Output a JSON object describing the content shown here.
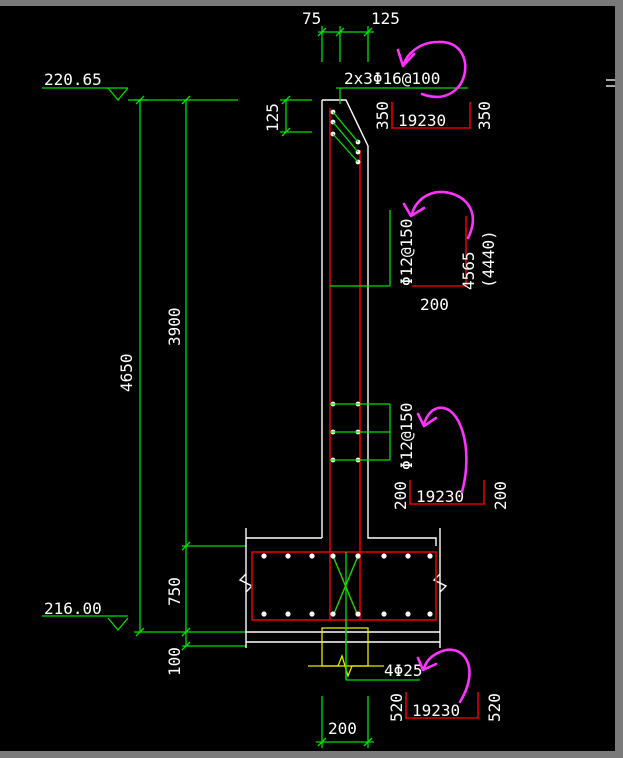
{
  "window": {
    "frame_color": "#7a7a7a",
    "background": "#000000"
  },
  "drawing": {
    "elevations": {
      "top": "220.65",
      "bottom": "216.00"
    },
    "dimensions": {
      "top_spacing_1": "75",
      "top_spacing_2": "125",
      "top_cover": "125",
      "total_height": "4650",
      "wall_height": "3900",
      "base_height": "750",
      "cushion": "100",
      "bottom_width": "200"
    },
    "rebar_labels": {
      "top_bars": "2x3Φ16@100",
      "top_hook_left": "350",
      "top_length": "19230",
      "top_hook_right": "350",
      "wall_bars": "Φ12@150",
      "wall_bar_length": "4565",
      "wall_bar_length_alt": "(4440)",
      "wall_bar_hook": "200",
      "mid_bars": "Φ12@150",
      "mid_hook_left": "200",
      "mid_length": "19230",
      "mid_hook_right": "200",
      "bottom_bars": "4Φ25",
      "bottom_hook_left": "520",
      "bottom_length": "19230",
      "bottom_hook_right": "520"
    },
    "colors": {
      "dimension": "#00e000",
      "concrete": "#ffffff",
      "rebar": "#e00000",
      "annotation": "#ff33ff",
      "hatch": "#e8e800"
    }
  }
}
